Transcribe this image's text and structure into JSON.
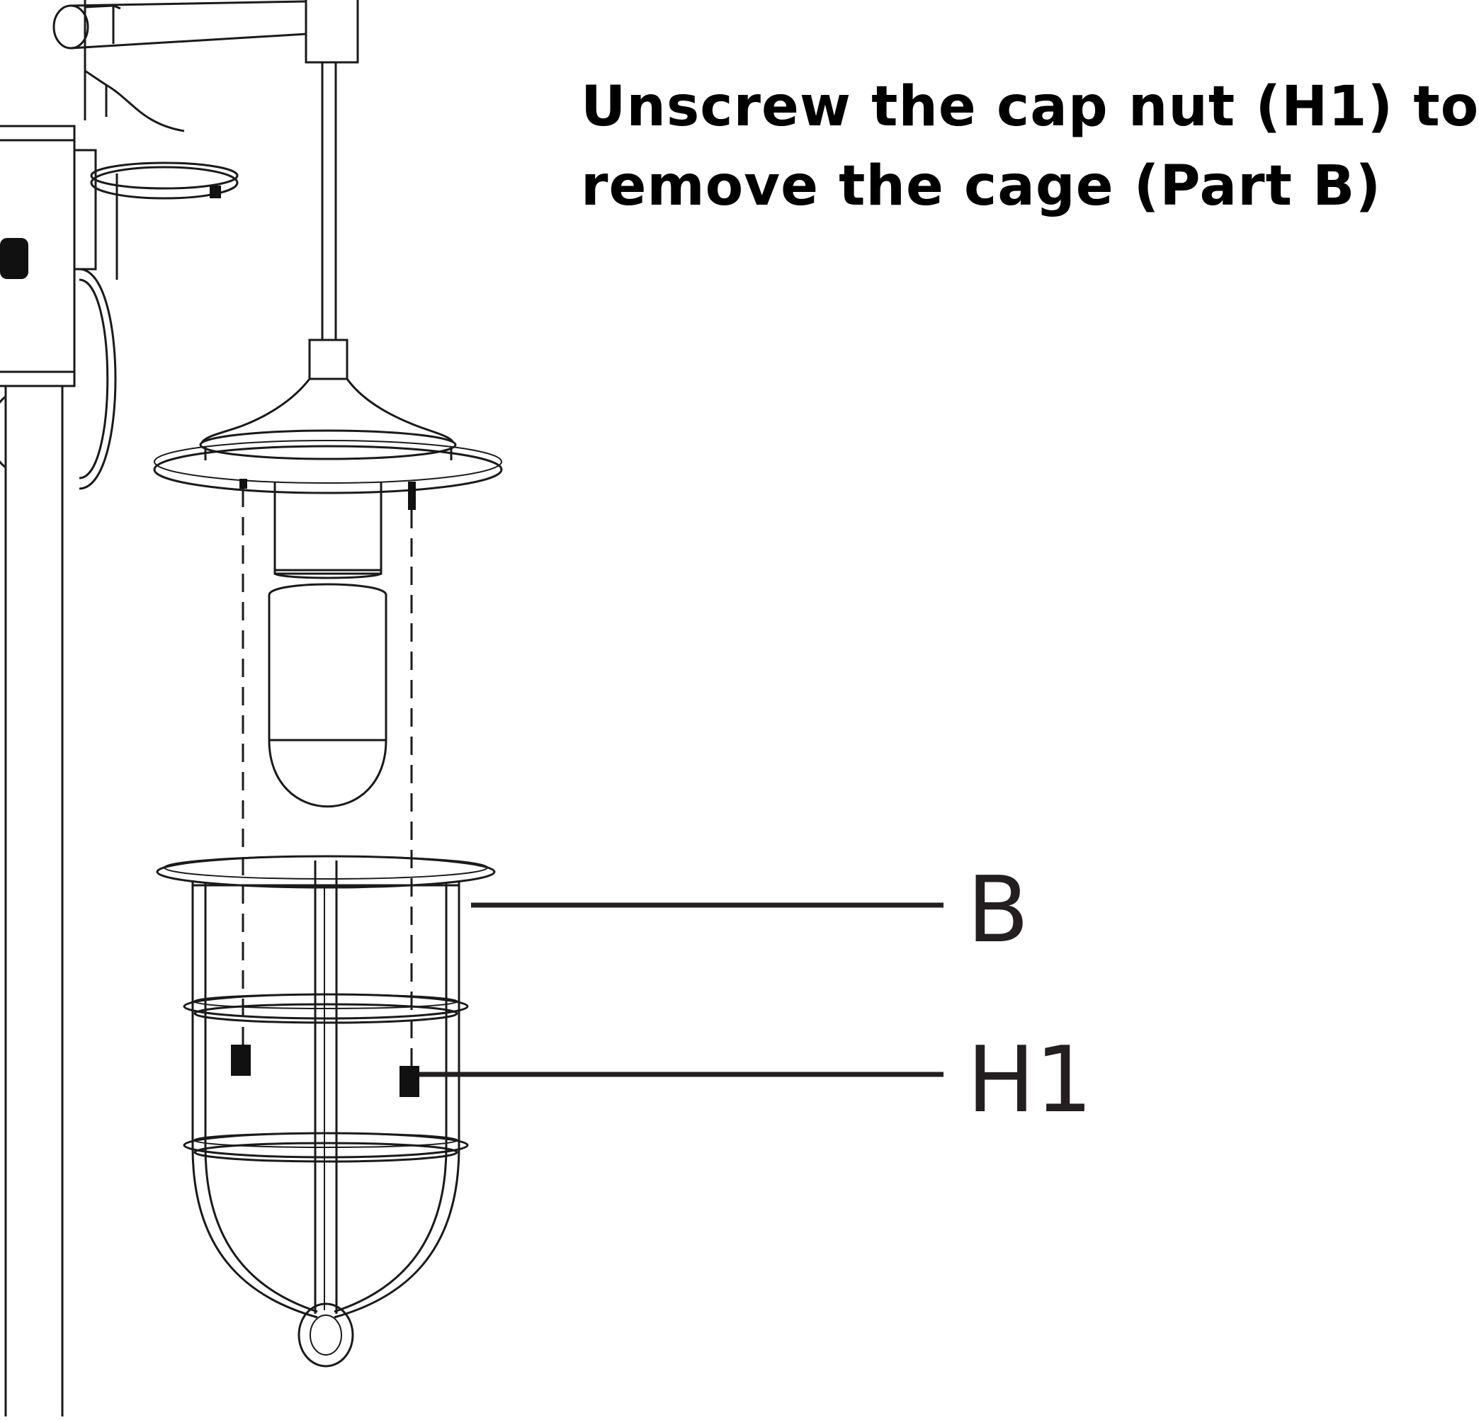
{
  "instruction": {
    "line1": "Unscrew the cap nut (H1) to",
    "line2": "remove the cage (Part B)"
  },
  "callouts": {
    "b": "B",
    "h1": "H1"
  }
}
